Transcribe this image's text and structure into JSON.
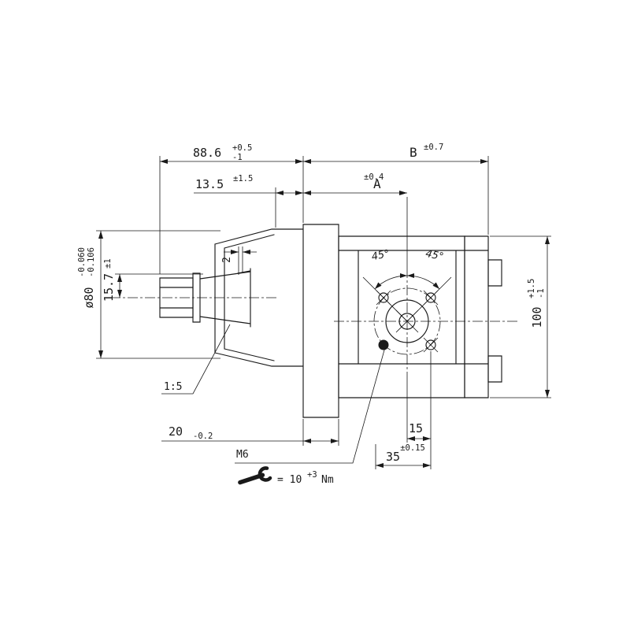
{
  "colors": {
    "line": "#1a1a1a",
    "bg": "#ffffff"
  },
  "dims": {
    "d886": {
      "v": "88.6",
      "tp": "+0.5",
      "tm": "-1"
    },
    "b": {
      "v": "B",
      "t": "±0.7"
    },
    "d135": {
      "v": "13.5",
      "t": "±1.5"
    },
    "a": {
      "v": "A",
      "t": "±0.4"
    },
    "angle_left": "45°",
    "angle_right": "45°",
    "dia80": {
      "v": "ø80",
      "tp": "-0.060",
      "tm": "-0.106"
    },
    "d157": {
      "v": "15.7",
      "t": "±1"
    },
    "h100": {
      "v": "100",
      "tp": "+1.5",
      "tm": "-1"
    },
    "key2": {
      "v": "2"
    },
    "taper": "1:5",
    "d20": {
      "v": "20",
      "t": "-0.2"
    },
    "d15": {
      "v": "15",
      "t": "±0.15"
    },
    "d35": "35",
    "thread": "M6",
    "torque": {
      "eq": "= 10",
      "sup": "+3",
      "unit": "Nm"
    }
  }
}
